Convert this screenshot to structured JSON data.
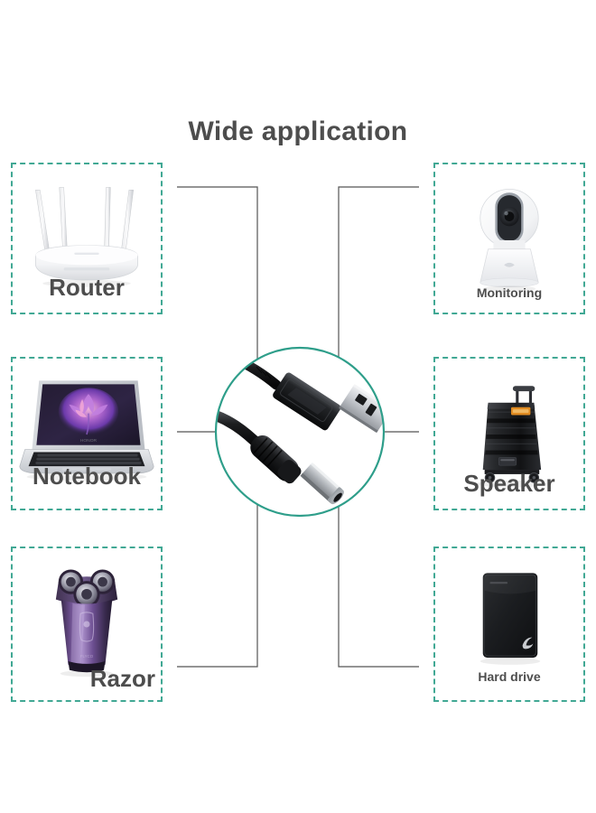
{
  "page": {
    "title": "Wide application",
    "background_color": "#ffffff",
    "accent_color": "#41a894",
    "text_color": "#4d4d4d",
    "line_color": "#555555"
  },
  "center": {
    "product_name": "usb-to-dc-barrel-power-cable",
    "connector_a": "USB Type-A plug",
    "connector_b": "DC barrel jack plug",
    "circle_color": "#2e9e8a"
  },
  "panels": [
    {
      "id": "router",
      "label": "Router",
      "label_size": "big",
      "icon": "wifi-router-icon",
      "side": "left",
      "row": 1
    },
    {
      "id": "monitoring",
      "label": "Monitoring",
      "label_size": "small",
      "icon": "security-camera-icon",
      "side": "right",
      "row": 1
    },
    {
      "id": "notebook",
      "label": "Notebook",
      "label_size": "big",
      "icon": "laptop-icon",
      "side": "left",
      "row": 2
    },
    {
      "id": "speaker",
      "label": "Speaker",
      "label_size": "big",
      "icon": "trolley-speaker-icon",
      "side": "right",
      "row": 2
    },
    {
      "id": "razor",
      "label": "Razor",
      "label_size": "big",
      "icon": "electric-shaver-icon",
      "side": "left",
      "row": 3
    },
    {
      "id": "harddrive",
      "label": "Hard drive",
      "label_size": "small",
      "icon": "external-hdd-icon",
      "side": "right",
      "row": 3
    }
  ]
}
